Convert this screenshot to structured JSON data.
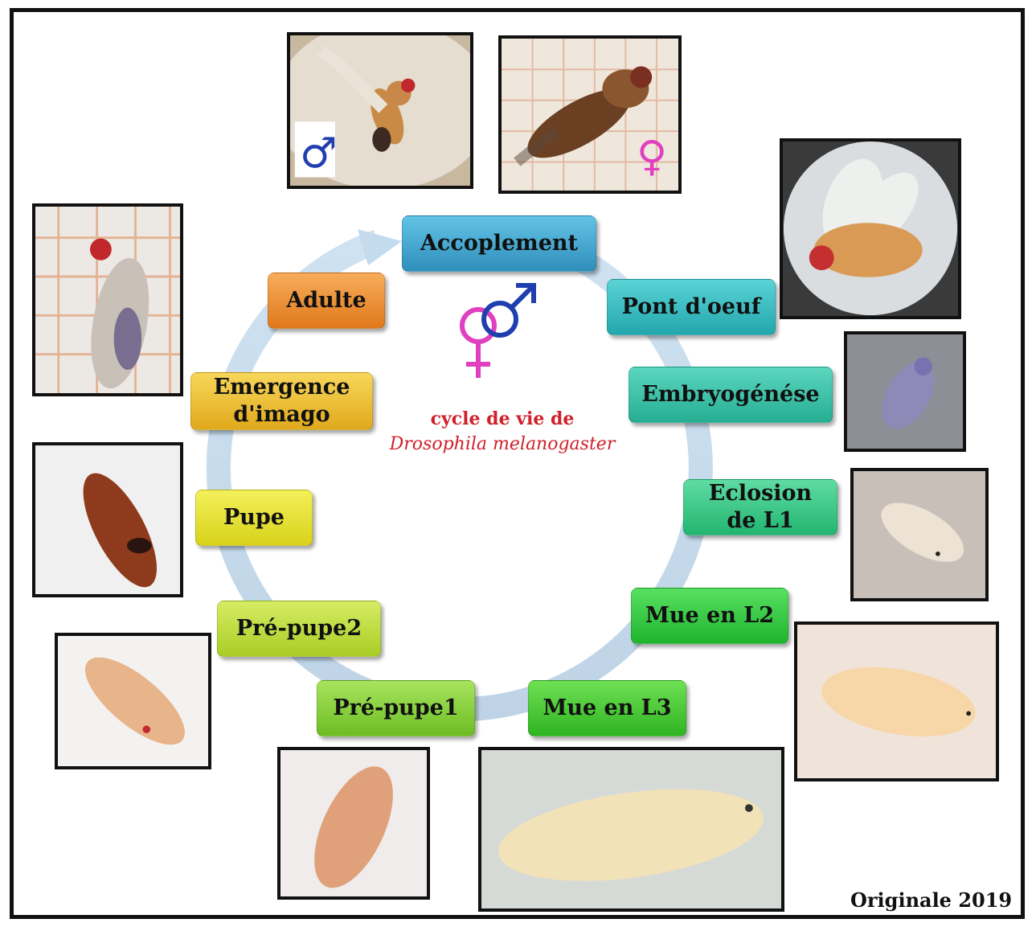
{
  "diagram": {
    "caption_line1": "cycle de vie de",
    "caption_line2": "Drosophila melanogaster",
    "credit": "Originale 2019",
    "center_symbols": [
      "female-symbol",
      "male-symbol"
    ],
    "steps": [
      {
        "id": "accouplement",
        "label": "Accoplement",
        "color": "#3fa8cf"
      },
      {
        "id": "ponte",
        "label": "Pont d'oeuf",
        "color": "#35b9bf"
      },
      {
        "id": "embryogenese",
        "label": "Embryogénése",
        "color": "#35bfa6"
      },
      {
        "id": "eclosion",
        "label": "Eclosion\nde L1",
        "color": "#3bc98a"
      },
      {
        "id": "mue-l2",
        "label": "Mue en L2",
        "color": "#33cc44"
      },
      {
        "id": "mue-l3",
        "label": "Mue en L3",
        "color": "#4ccc33"
      },
      {
        "id": "pre-pupe-1",
        "label": "Pré-pupe1",
        "color": "#8ed43a"
      },
      {
        "id": "pre-pupe-2",
        "label": "Pré-pupe2",
        "color": "#c3e03a"
      },
      {
        "id": "pupe",
        "label": "Pupe",
        "color": "#e8e52b"
      },
      {
        "id": "emergence",
        "label": "Emergence\nd'imago",
        "color": "#f0c22a"
      },
      {
        "id": "adulte",
        "label": "Adulte",
        "color": "#f0902a"
      }
    ],
    "photos": [
      {
        "id": "male-adult",
        "sex_symbol": "♂",
        "symbol_color": "#1f3fae"
      },
      {
        "id": "female-adult",
        "sex_symbol": "♀",
        "symbol_color": "#e040c0"
      },
      {
        "id": "egg-laying-fly"
      },
      {
        "id": "embryo"
      },
      {
        "id": "larva-l1"
      },
      {
        "id": "larva-l2"
      },
      {
        "id": "larva-l3"
      },
      {
        "id": "prepupa-1"
      },
      {
        "id": "prepupa-2"
      },
      {
        "id": "pupa"
      },
      {
        "id": "emerging-adult"
      }
    ]
  }
}
